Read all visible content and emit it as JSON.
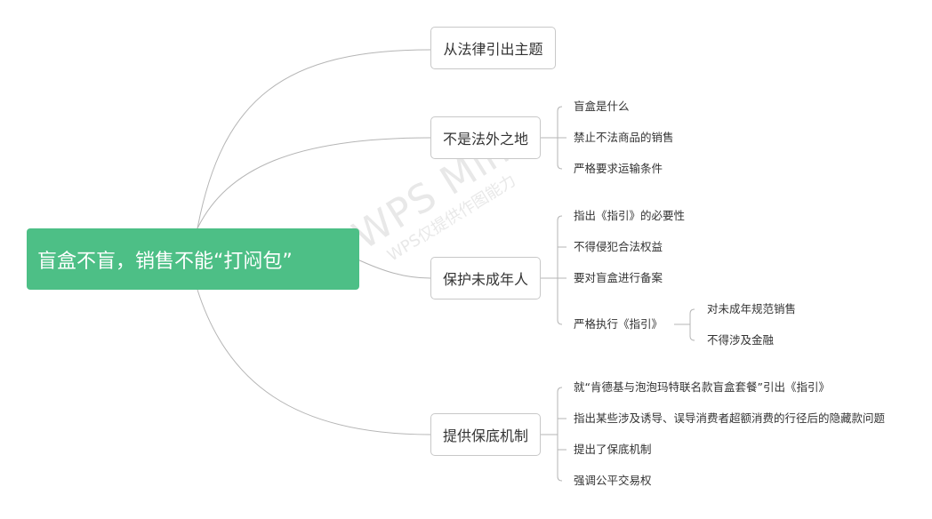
{
  "root": {
    "label": "盲盒不盲，销售不能“打闷包”"
  },
  "branches": [
    {
      "label": "从法律引出主题",
      "children": []
    },
    {
      "label": "不是法外之地",
      "children": [
        "盲盒是什么",
        "禁止不法商品的销售",
        "严格要求运输条件"
      ]
    },
    {
      "label": "保护未成年人",
      "children": [
        "指出《指引》的必要性",
        "不得侵犯合法权益",
        "要对盲盒进行备案",
        "严格执行《指引》"
      ]
    },
    {
      "label": "提供保底机制",
      "children": [
        "就“肯德基与泡泡玛特联名款盲盒套餐”引出《指引》",
        "指出某些涉及诱导、误导消费者超额消费的行径后的隐藏款问题",
        "提出了保底机制",
        "强调公平交易权"
      ]
    }
  ],
  "sub_branch": {
    "parent": "严格执行《指引》",
    "children": [
      "对未成年规范销售",
      "不得涉及金融"
    ]
  },
  "watermark": {
    "main": "WPS Mind",
    "sub": "WPS仅提供作图能力"
  },
  "colors": {
    "root_fill": "#4dbf86",
    "connector": "#b5b5b5",
    "border": "#c8c8c8"
  }
}
